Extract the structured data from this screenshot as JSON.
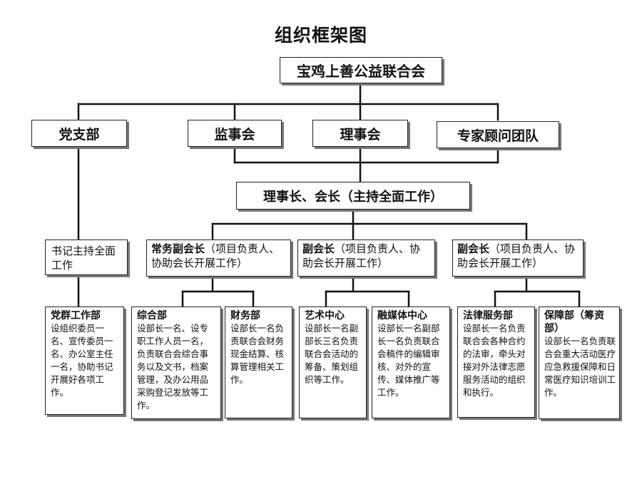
{
  "title": "组织框架图",
  "root": "宝鸡上善公益联合会",
  "level1": [
    "党支部",
    "监事会",
    "理事会",
    "专家顾问团队"
  ],
  "chair": "理事长、会长（主持全面工作）",
  "level3": {
    "secretary": "书记主持全面工作",
    "exec_vp_bold": "常务副会长",
    "exec_vp_rest": "（项目负责人、协助会长开展工作）",
    "vp1_bold": "副会长",
    "vp1_rest": "（项目负责人、协助会长开展工作）",
    "vp2_bold": "副会长",
    "vp2_rest": "（项目负责人、协助会长开展工作）"
  },
  "departments": [
    {
      "name": "党群工作部",
      "desc": "设组织委员一名、宣传委员一名、办公室主任一名，协助书记开展好各项工作。"
    },
    {
      "name": "综合部",
      "desc": "设部长一名、设专职工作人员一名，负责联合会综合事务以及文书，档案管理，及办公用品采购登记发放等工作。"
    },
    {
      "name": "财务部",
      "desc": "设部长一名负责联合会财务现金结算、核算管理相关工作。"
    },
    {
      "name": "艺术中心",
      "desc": "设部长一名副部长三名负责联合会活动的筹备、策划组织等工作。"
    },
    {
      "name": "融媒体中心",
      "desc": "设部长一名副部长一名负责联合会稿件的编辑审核、对外的宣传、媒体推广等工作。"
    },
    {
      "name": "法律服务部",
      "desc": "设部长一名负责联合会各种合约的法审，牵头对接对外法律志愿服务活动的组织和执行。"
    },
    {
      "name": "保障部（筹资部）",
      "desc": "设部长一名负责联合会重大活动医疗应急救援保障和日常医疗知识培训工作。"
    }
  ]
}
